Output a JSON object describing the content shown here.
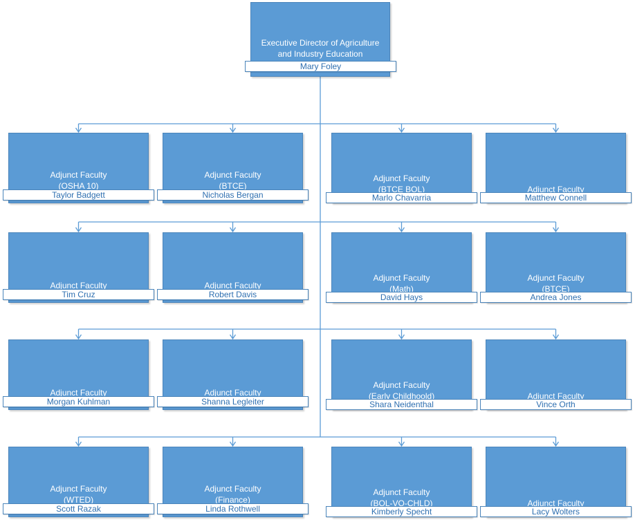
{
  "director": {
    "title_lines": [
      "Executive Director of Agriculture",
      "and Industry Education"
    ],
    "name": "Mary Foley"
  },
  "rows": [
    [
      {
        "title": "Adjunct Faculty",
        "subtitle": "(OSHA 10)",
        "name": "Taylor Badgett"
      },
      {
        "title": "Adjunct Faculty",
        "subtitle": "(BTCE)",
        "name": "Nicholas Bergan"
      },
      {
        "title": "Adjunct Faculty",
        "subtitle": "(BTCE BOL)",
        "name": "Marlo Chavarria"
      },
      {
        "title": "Adjunct Faculty",
        "subtitle": "",
        "name": "Matthew Connell"
      }
    ],
    [
      {
        "title": "Adjunct Faculty",
        "subtitle": "",
        "name": "Tim Cruz"
      },
      {
        "title": "Adjunct Faculty",
        "subtitle": "",
        "name": "Robert Davis"
      },
      {
        "title": "Adjunct Faculty",
        "subtitle": "(Math)",
        "name": "David Hays"
      },
      {
        "title": "Adjunct Faculty",
        "subtitle": "(BTCE)",
        "name": "Andrea Jones"
      }
    ],
    [
      {
        "title": "Adjunct Faculty",
        "subtitle": "",
        "name": "Morgan Kuhlman"
      },
      {
        "title": "Adjunct Faculty",
        "subtitle": "",
        "name": "Shanna Legleiter"
      },
      {
        "title": "Adjunct Faculty",
        "subtitle": "(Early Childhoold)",
        "name": "Shara Neidenthal"
      },
      {
        "title": "Adjunct Faculty",
        "subtitle": "",
        "name": "Vince Orth"
      }
    ],
    [
      {
        "title": "Adjunct Faculty",
        "subtitle": "(WTED)",
        "name": "Scott Razak"
      },
      {
        "title": "Adjunct Faculty",
        "subtitle": "(Finance)",
        "name": "Linda Rothwell"
      },
      {
        "title": "Adjunct Faculty",
        "subtitle": "(BOL-VO-CHLD)",
        "name": "Kimberly Specht"
      },
      {
        "title": "Adjunct Faculty",
        "subtitle": "",
        "name": "Lacy Wolters"
      }
    ]
  ],
  "colors": {
    "box_fill": "#5b9bd5",
    "box_border": "#4a84ba",
    "connector": "#5b9bd5",
    "name_text": "#2e6fb0"
  }
}
